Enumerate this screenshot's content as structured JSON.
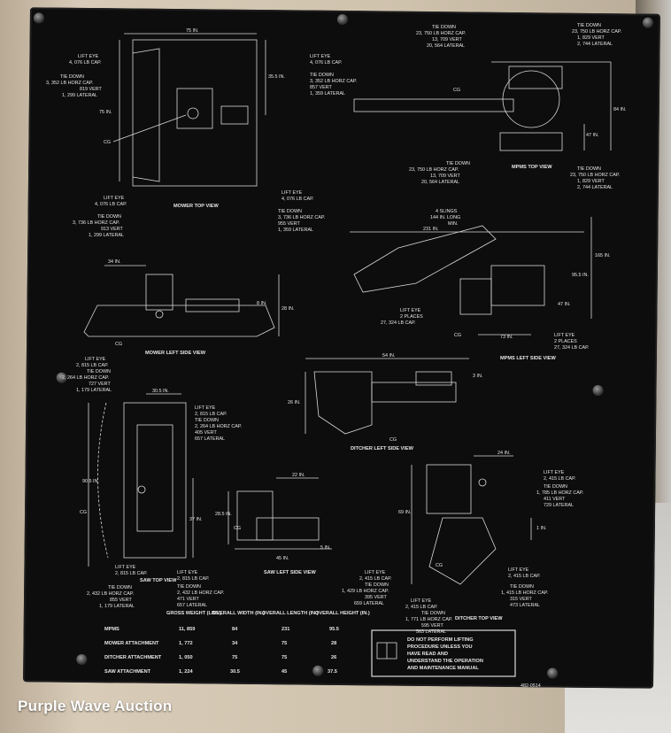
{
  "mower_top": {
    "dim_width": "75 IN.",
    "dim_height": "75 IN.",
    "dim_side": "35.5 IN.",
    "lift_eye_tl": [
      "LIFT EYE",
      "4, 076 LB CAP."
    ],
    "lift_eye_tr": [
      "LIFT EYE",
      "4, 076 LB CAP."
    ],
    "tie_down_tl": [
      "TIE DOWN",
      "3, 352 LB HORZ CAP.",
      "819 VERT",
      "1, 299 LATERAL"
    ],
    "tie_down_tr": [
      "TIE DOWN",
      "3, 352 LB HORZ CAP.",
      "857 VERT",
      "1, 359 LATERAL"
    ],
    "cg": "CG",
    "lift_eye_bl": [
      "LIFT EYE",
      "4, 076 LB CAP."
    ],
    "lift_eye_br": [
      "LIFT EYE",
      "4, 076 LB CAP."
    ],
    "caption": "MOWER TOP VIEW",
    "tie_down_bl": [
      "TIE DOWN",
      "3, 736 LB HORZ CAP.",
      "913 VERT",
      "1, 299 LATERAL"
    ],
    "tie_down_br": [
      "TIE DOWN",
      "3, 736 LB HORZ CAP.",
      "955 VERT",
      "1, 359 LATERAL"
    ]
  },
  "mpms_top": {
    "tie_down_tl": [
      "TIE DOWN",
      "23, 750 LB HORZ CAP.",
      "13, 709 VERT",
      "20, 564 LATERAL"
    ],
    "tie_down_tr": [
      "TIE DOWN",
      "23, 750 LB HORZ CAP.",
      "1, 829 VERT",
      "2, 744 LATERAL"
    ],
    "cg": "CG",
    "dim_height": "84 IN.",
    "dim_small": "47 IN.",
    "caption": "MPMS TOP VIEW",
    "tie_down_bl": [
      "TIE DOWN",
      "23, 750 LB HORZ CAP.",
      "13, 709 VERT",
      "20, 564 LATERAL"
    ],
    "tie_down_br": [
      "TIE DOWN",
      "23, 750 LB HORZ CAP.",
      "1, 829 VERT",
      "2, 744 LATERAL"
    ]
  },
  "mpms_left": {
    "slings": [
      "4 SLINGS",
      "144 IN. LONG",
      "MIN."
    ],
    "dim_length": "231 IN.",
    "dim_height": "165 IN.",
    "dim_mid": "95.5 IN.",
    "dim_small": "47 IN.",
    "dim_bottom": "73 IN.",
    "lift_eye_l": [
      "LIFT EYE",
      "2 PLACES",
      "27, 324 LB CAP."
    ],
    "lift_eye_r": [
      "LIFT EYE",
      "2 PLACES",
      "27, 324 LB CAP."
    ],
    "cg": "CG",
    "caption": "MPMS LEFT SIDE VIEW"
  },
  "mower_side": {
    "dim_width": "34 IN.",
    "dim_height": "28 IN.",
    "dim_small": "8 IN.",
    "cg": "CG",
    "caption": "MOWER LEFT SIDE VIEW"
  },
  "ditcher_side": {
    "dim_width": "54 IN.",
    "dim_height": "26 IN.",
    "dim_small": "3 IN.",
    "cg": "CG",
    "caption": "DITCHER LEFT SIDE VIEW"
  },
  "saw_top": {
    "lift_eye_tl": [
      "LIFT EYE",
      "2, 815 LB CAP."
    ],
    "tie_down_tl": [
      "TIE DOWN",
      "2, 264 LB HORZ CAP.",
      "727 VERT",
      "1, 179 LATERAL"
    ],
    "dim_top": "30.5 IN.",
    "lift_eye_tr": [
      "LIFT EYE",
      "2, 815 LB CAP."
    ],
    "tie_down_tr": [
      "TIE DOWN",
      "2, 264 LB HORZ CAP.",
      "405 VERT",
      "657 LATERAL"
    ],
    "dim_left": "90.5 IN.",
    "cg": "CG",
    "dim_right": "37 IN.",
    "lift_eye_bl": [
      "LIFT EYE",
      "2, 815 LB CAP."
    ],
    "lift_eye_br": [
      "LIFT EYE",
      "2, 815 LB CAP."
    ],
    "caption": "SAW TOP VIEW",
    "tie_down_bl": [
      "TIE DOWN",
      "2, 432 LB HORZ CAP.",
      "855 VERT",
      "1, 179 LATERAL"
    ],
    "tie_down_br": [
      "TIE DOWN",
      "2, 432 LB HORZ CAP.",
      "471 VERT",
      "657 LATERAL"
    ]
  },
  "saw_side": {
    "dim_top": "22 IN.",
    "dim_height": "28.5 IN.",
    "dim_bottom": "45 IN.",
    "dim_small": "5 IN.",
    "cg": "CG",
    "caption": "SAW LEFT SIDE VIEW"
  },
  "ditcher_top": {
    "dim_top": "24 IN.",
    "dim_left": "69 IN.",
    "dim_right": "1 IN.",
    "lift_eye_tr": [
      "LIFT EYE",
      "2, 415 LB CAP."
    ],
    "tie_down_tr": [
      "TIE DOWN",
      "1, 785 LB HORZ CAP.",
      "411 VERT",
      "729 LATERAL"
    ],
    "lift_eye_ml": [
      "LIFT EYE",
      "2, 415 LB CAP."
    ],
    "tie_down_ml": [
      "TIE DOWN",
      "1, 429 LB HORZ CAP.",
      "395 VERT",
      "659 LATERAL"
    ],
    "lift_eye_mr": [
      "LIFT EYE",
      "2, 415 LB CAP."
    ],
    "tie_down_mr": [
      "TIE DOWN",
      "1, 415 LB HORZ CAP.",
      "315 VERT",
      "473 LATERAL"
    ],
    "lift_eye_bl": [
      "LIFT EYE",
      "2, 415 LB CAP."
    ],
    "tie_down_bl": [
      "TIE DOWN",
      "1, 771 LB HORZ CAP.",
      "595 VERT",
      "563 LATERAL"
    ],
    "cg": "CG",
    "caption": "DITCHER TOP VIEW"
  },
  "table": {
    "headers": [
      "GROSS WEIGHT (LBS.)",
      "OVERALL WIDTH (IN.)",
      "OVERALL LENGTH (IN.)",
      "OVERALL HEIGHT (IN.)"
    ],
    "rows": [
      {
        "label": "MPMS",
        "values": [
          "11, 859",
          "84",
          "231",
          "95.5"
        ]
      },
      {
        "label": "MOWER ATTACHMENT",
        "values": [
          "1, 772",
          "34",
          "75",
          "28"
        ]
      },
      {
        "label": "DITCHER ATTACHMENT",
        "values": [
          "1, 050",
          "75",
          "75",
          "26"
        ]
      },
      {
        "label": "SAW ATTACHMENT",
        "values": [
          "1, 224",
          "30.5",
          "45",
          "37.5"
        ]
      }
    ]
  },
  "warning": {
    "lines": [
      "DO NOT PERFORM LIFTING",
      "PROCEDURE UNLESS YOU",
      "HAVE READ AND",
      "UNDERSTAND THE OPERATION",
      "AND MAINTENANCE MANUAL"
    ]
  },
  "part_number": "482-0514",
  "watermark": "Purple Wave Auction",
  "colors": {
    "plate": "#0d0d0d",
    "ink": "#e6e6e6",
    "frame": "#d8ccb8"
  }
}
